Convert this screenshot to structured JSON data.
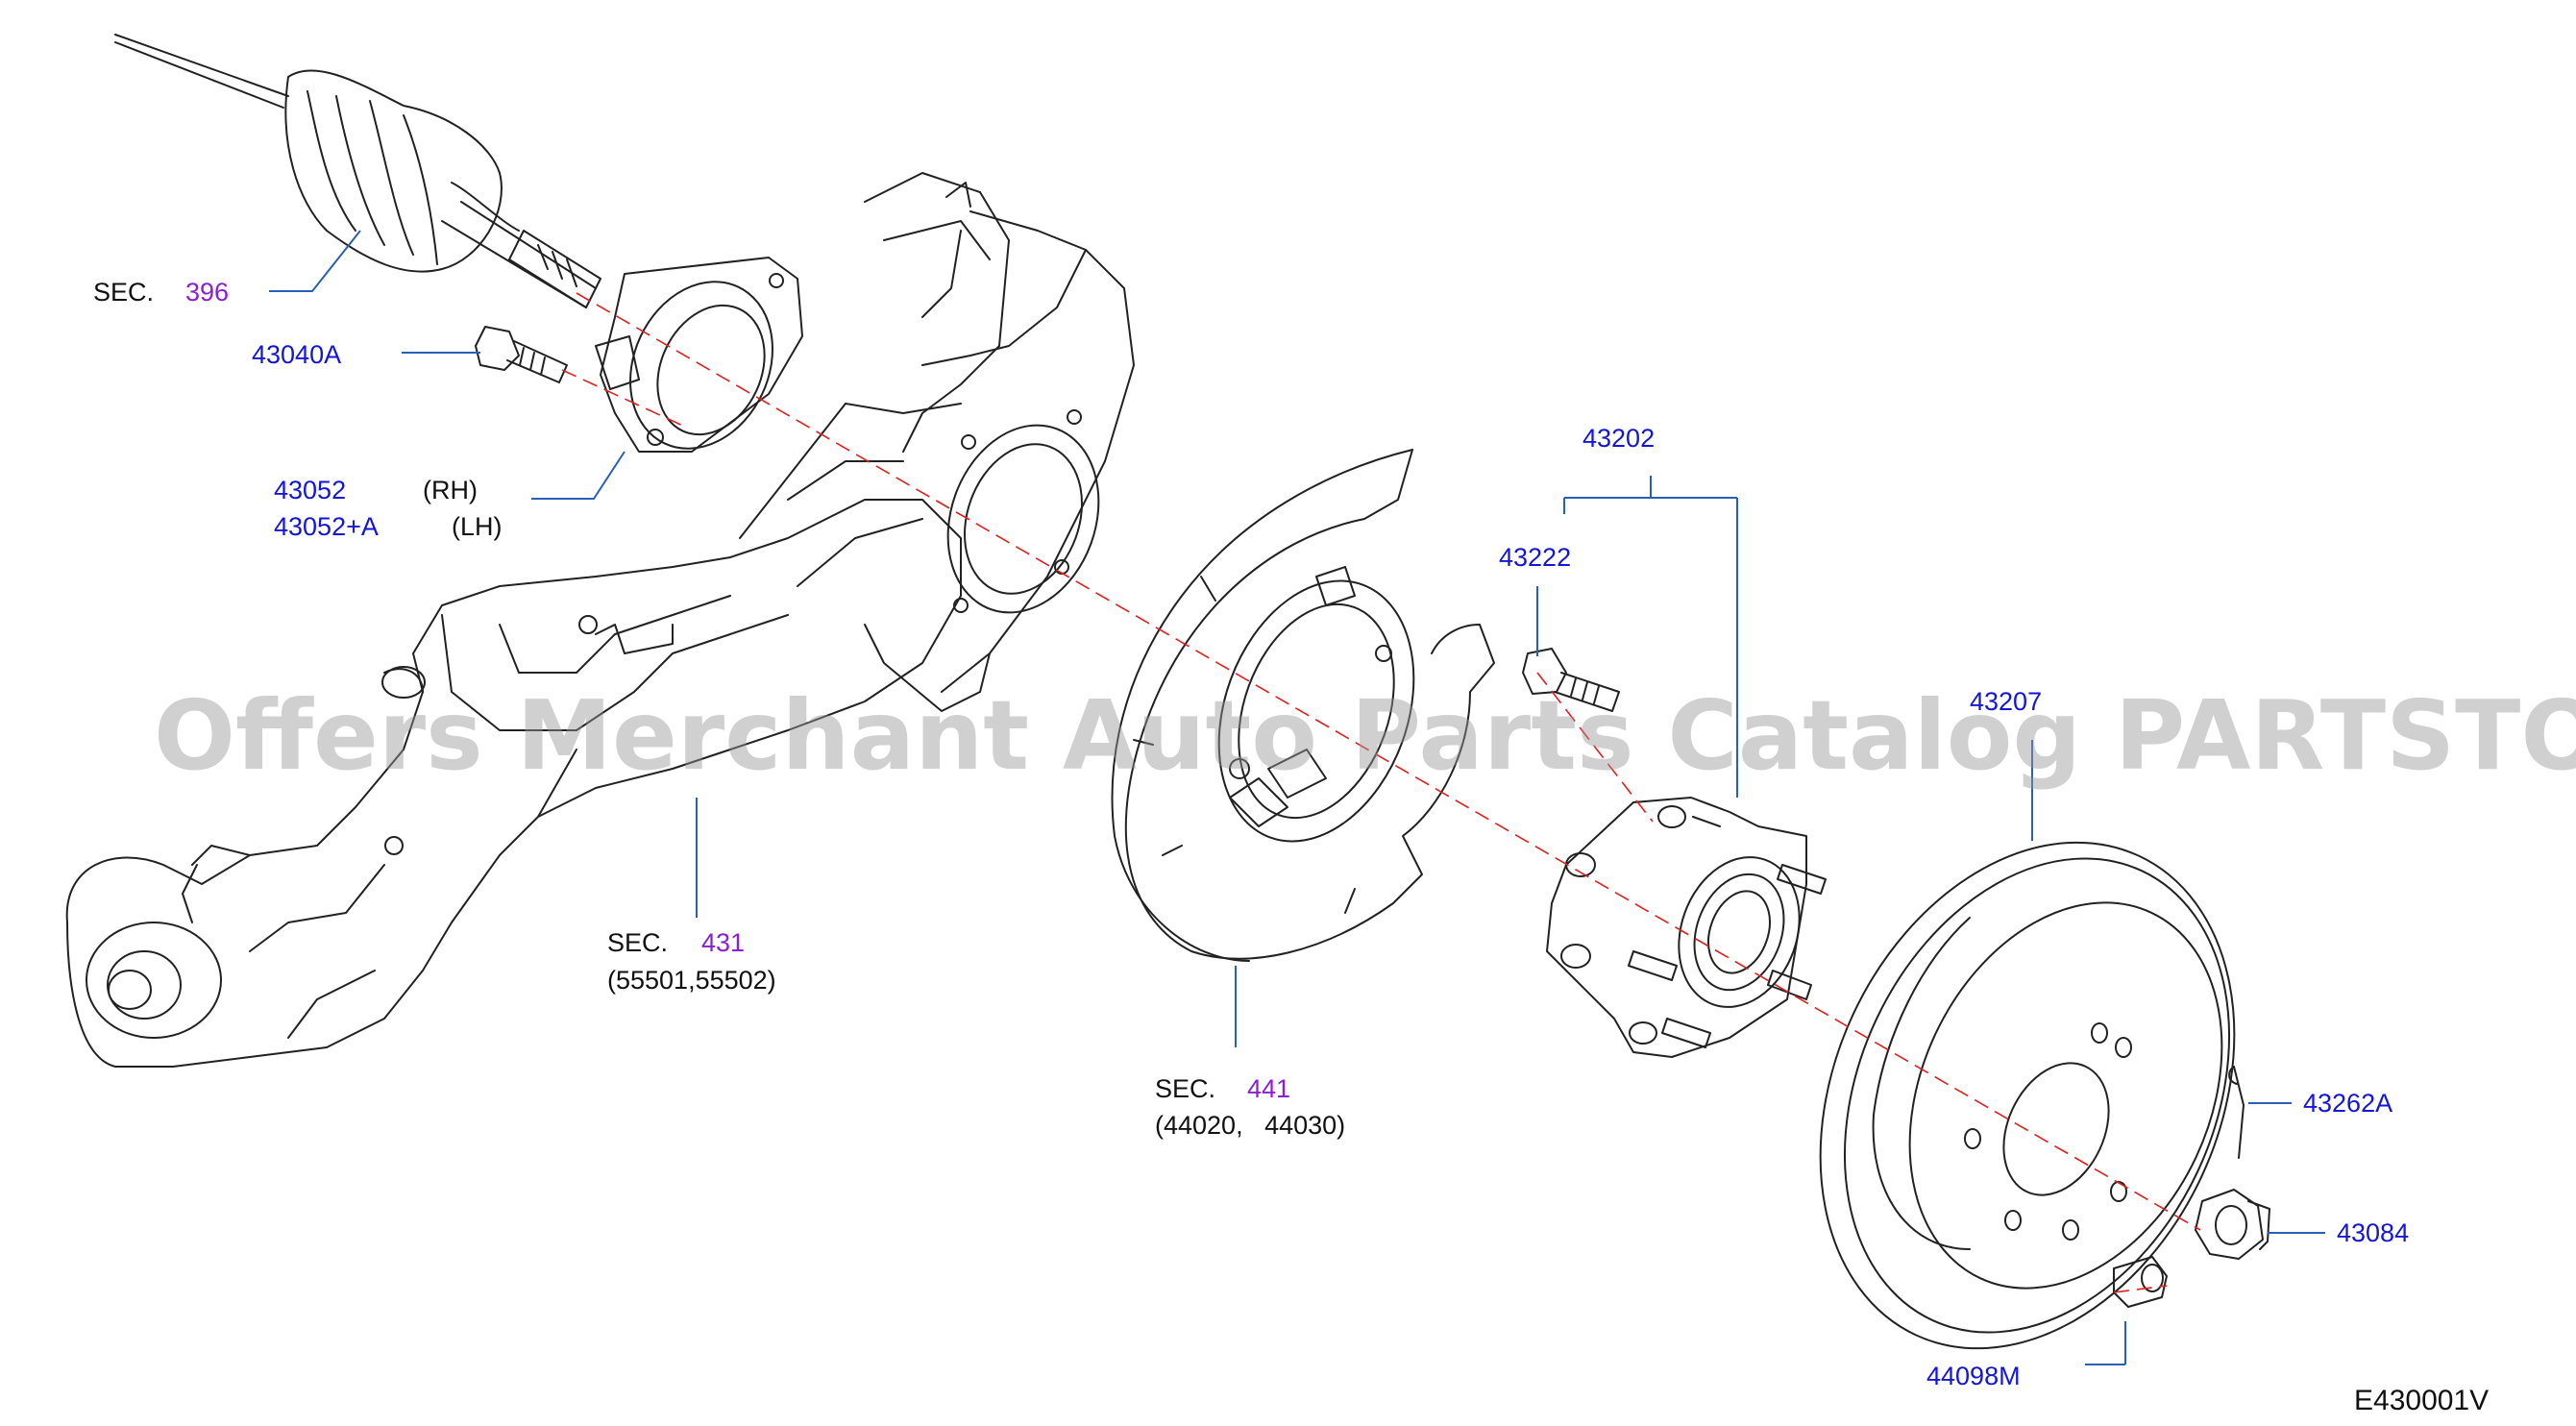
{
  "colors": {
    "line": "#222222",
    "leader": "#2a5fb5",
    "axis": "#e02020",
    "part_number": "#1515d8",
    "section_number": "#8b1fd6"
  },
  "watermark": "Offers Merchant Auto Parts Catalog PARTSTORE.SA",
  "diagram_code": "E430001V",
  "labels": {
    "sec396": {
      "prefix": "SEC.",
      "number": "396"
    },
    "p43040a": "43040A",
    "p43052_rh": {
      "part": "43052",
      "side": "(RH)"
    },
    "p43052a_lh": {
      "part": "43052+A",
      "side": "(LH)"
    },
    "sec431": {
      "prefix": "SEC.",
      "number": "431",
      "sub": "(55501,55502)"
    },
    "sec441": {
      "prefix": "SEC.",
      "number": "441",
      "sub": "(44020,   44030)"
    },
    "p43202": "43202",
    "p43222": "43222",
    "p43207": "43207",
    "p43262a": "43262A",
    "p43084": "43084",
    "p44098m": "44098M"
  }
}
